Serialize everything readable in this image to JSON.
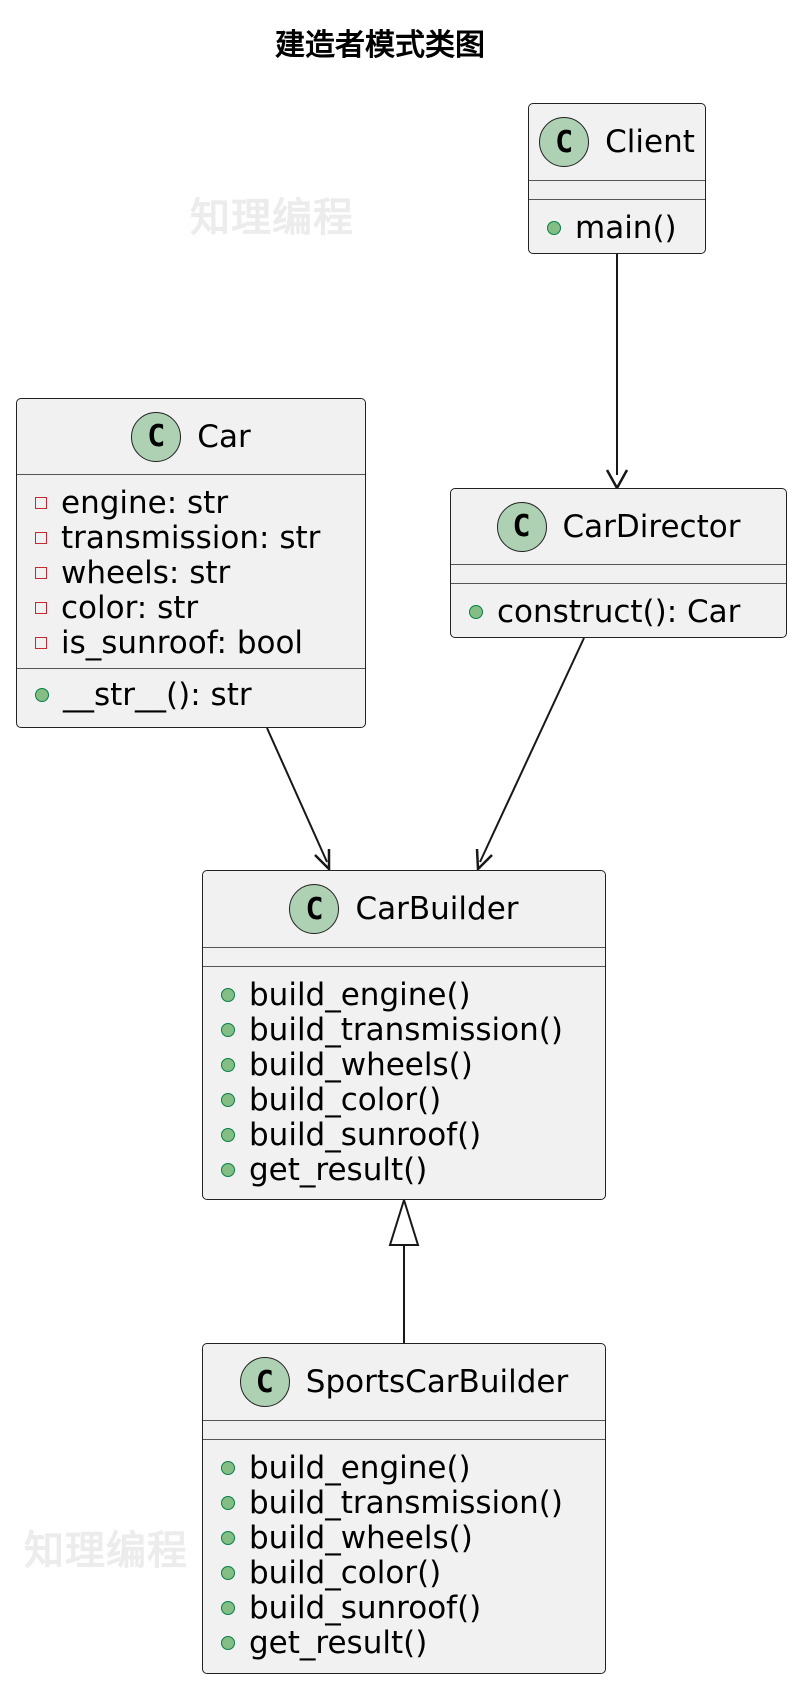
{
  "title": "建造者模式类图",
  "watermark": "知理编程",
  "classes": {
    "client": {
      "name": "Client",
      "badge": "C",
      "attributes": [],
      "methods": [
        "main()"
      ]
    },
    "car": {
      "name": "Car",
      "badge": "C",
      "attributes": [
        "engine: str",
        "transmission: str",
        "wheels: str",
        "color: str",
        "is_sunroof: bool"
      ],
      "methods": [
        "__str__(): str"
      ]
    },
    "car_director": {
      "name": "CarDirector",
      "badge": "C",
      "attributes": [],
      "methods": [
        "construct(): Car"
      ]
    },
    "car_builder": {
      "name": "CarBuilder",
      "badge": "C",
      "attributes": [],
      "methods": [
        "build_engine()",
        "build_transmission()",
        "build_wheels()",
        "build_color()",
        "build_sunroof()",
        "get_result()"
      ]
    },
    "sports_car_builder": {
      "name": "SportsCarBuilder",
      "badge": "C",
      "attributes": [],
      "methods": [
        "build_engine()",
        "build_transmission()",
        "build_wheels()",
        "build_color()",
        "build_sunroof()",
        "get_result()"
      ]
    }
  },
  "relations": [
    {
      "from": "client",
      "to": "car_director",
      "type": "association"
    },
    {
      "from": "car",
      "to": "car_builder",
      "type": "association"
    },
    {
      "from": "car_director",
      "to": "car_builder",
      "type": "association"
    },
    {
      "from": "sports_car_builder",
      "to": "car_builder",
      "type": "inheritance"
    }
  ]
}
